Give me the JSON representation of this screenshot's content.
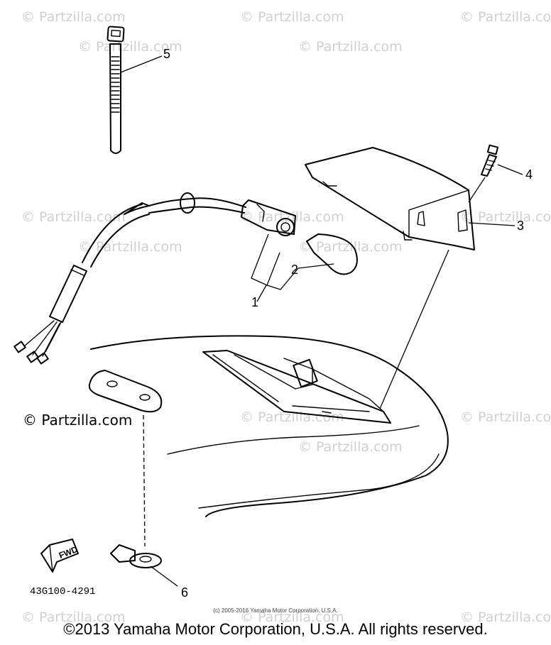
{
  "watermark_text": "© Partzilla.com",
  "callouts": [
    {
      "id": "1",
      "text": "1"
    },
    {
      "id": "2",
      "text": "2"
    },
    {
      "id": "3",
      "text": "3"
    },
    {
      "id": "4",
      "text": "4"
    },
    {
      "id": "5",
      "text": "5"
    },
    {
      "id": "6",
      "text": "6"
    }
  ],
  "direction_arrow_label": "FWD",
  "diagram_code": "43G100-4291",
  "partzilla_mark": "© Partzilla.com",
  "small_copyright": "(c) 2005-2016 Yamaha Motor Corporation, U.S.A.",
  "main_copyright": "©2013 Yamaha Motor Corporation, U.S.A. All rights reserved."
}
